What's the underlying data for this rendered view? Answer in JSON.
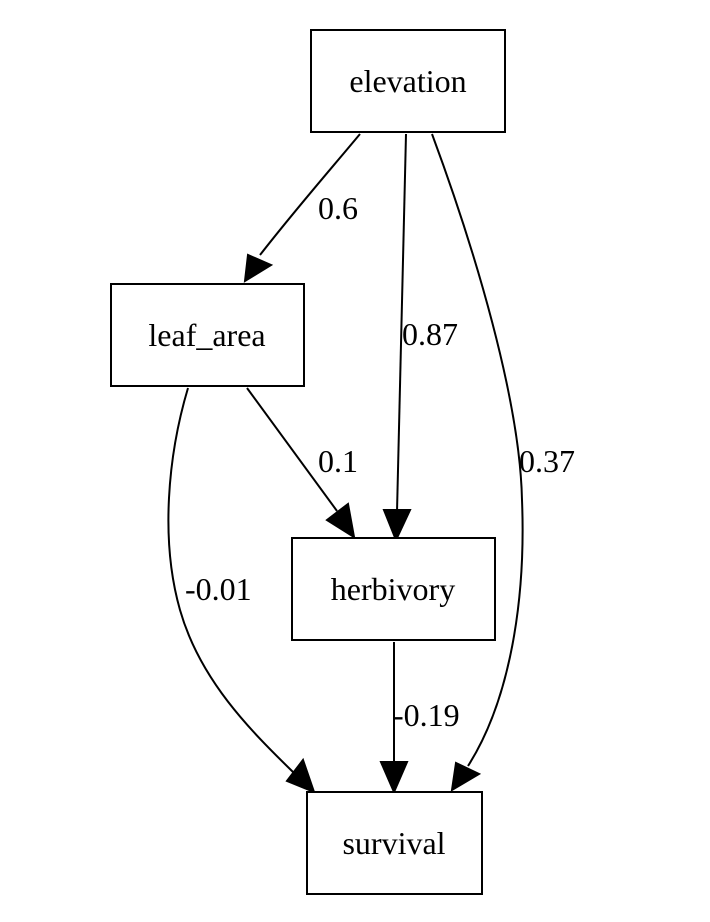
{
  "nodes": {
    "elevation": "elevation",
    "leaf_area": "leaf_area",
    "herbivory": "herbivory",
    "survival": "survival"
  },
  "edges": [
    {
      "from": "elevation",
      "to": "leaf_area",
      "label": "0.6"
    },
    {
      "from": "elevation",
      "to": "herbivory",
      "label": "0.87"
    },
    {
      "from": "elevation",
      "to": "survival",
      "label": "0.37"
    },
    {
      "from": "leaf_area",
      "to": "herbivory",
      "label": "0.1"
    },
    {
      "from": "leaf_area",
      "to": "survival",
      "label": "-0.01"
    },
    {
      "from": "herbivory",
      "to": "survival",
      "label": "-0.19"
    }
  ]
}
